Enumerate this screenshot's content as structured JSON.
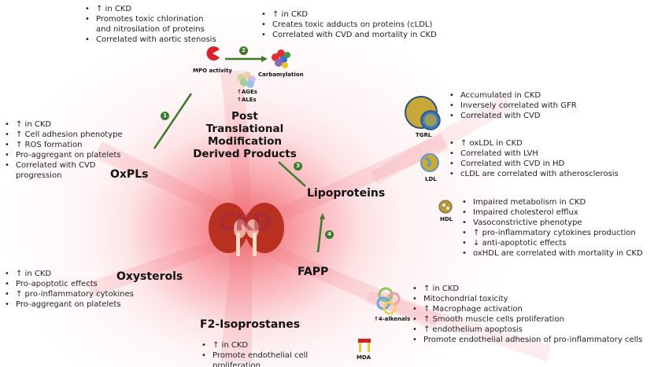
{
  "center": {
    "title_lines": [
      "Post",
      "Translational",
      "Modification",
      "Derived Products"
    ],
    "organ_label": "CKD"
  },
  "colors": {
    "glow": "#f05a64",
    "arrow_green": "#3d7a2e",
    "text": "#111111"
  },
  "pathway": {
    "mpo_label": "MPO activity",
    "carbamylation_label": "Carbamylation",
    "ages_label": "↑AGEs",
    "ales_label": "↑ALEs",
    "steps": [
      "1",
      "2",
      "3",
      "4"
    ]
  },
  "mpo_notes": [
    "↑ in CKD",
    "Promotes toxic chlorination",
    "and nitrosilation of proteins",
    "Correlated with aortic stenosis"
  ],
  "carbamylation_notes": [
    "↑ in CKD",
    "Creates toxic adducts on proteins (cLDL)",
    "Correlated with CVD and mortality in CKD"
  ],
  "oxpls": {
    "label": "OxPLs",
    "notes": [
      "↑ in CKD",
      "↑ Cell adhesion phenotype",
      "↑ ROS formation",
      "Pro-aggregant on platelets",
      "Correlated with CVD",
      "progression"
    ]
  },
  "oxysterols": {
    "label": "Oxysterols",
    "notes": [
      "↑ in CKD",
      "Pro-apoptotic effects",
      "↑ pro-inflammatory cytokines",
      "Pro-aggregant on platelets"
    ]
  },
  "f2_isoprostanes": {
    "label": "F2-Isoprostanes",
    "notes": [
      "↑ in CKD",
      "Promote endothelial cell",
      "proliferation"
    ]
  },
  "lipoproteins": {
    "label": "Lipoproteins",
    "tgrl": {
      "label": "TGRL",
      "notes": [
        "Accumulated in CKD",
        "Inversely correlated with GFR",
        "Correlated with CVD"
      ]
    },
    "ldl": {
      "label": "LDL",
      "notes": [
        "↑ oxLDL in CKD",
        "Correlated with LVH",
        "Correlated with CVD in HD",
        "cLDL are correlated with atherosclerosis"
      ]
    },
    "hdl": {
      "label": "HDL",
      "notes": [
        "Impaired metabolism in CKD",
        "Impaired cholesterol efflux",
        "Vasoconstrictive phenotype",
        "↑ pro-inflammatory cytokines production",
        "↓ anti-apoptotic effects",
        "oxHDL are correlated with mortality in CKD"
      ]
    }
  },
  "fapp": {
    "label": "FAPP",
    "alkenals_label": "↑4-alkenals",
    "mda_label": "MDA",
    "notes": [
      "↑ in CKD",
      "Mitochondrial toxicity",
      "↑ Macrophage activation",
      "↑ Smooth muscle cells proliferation",
      "↑ endothelium apoptosis",
      "Promote endothelial adhesion of pro-inflammatory cells"
    ]
  }
}
